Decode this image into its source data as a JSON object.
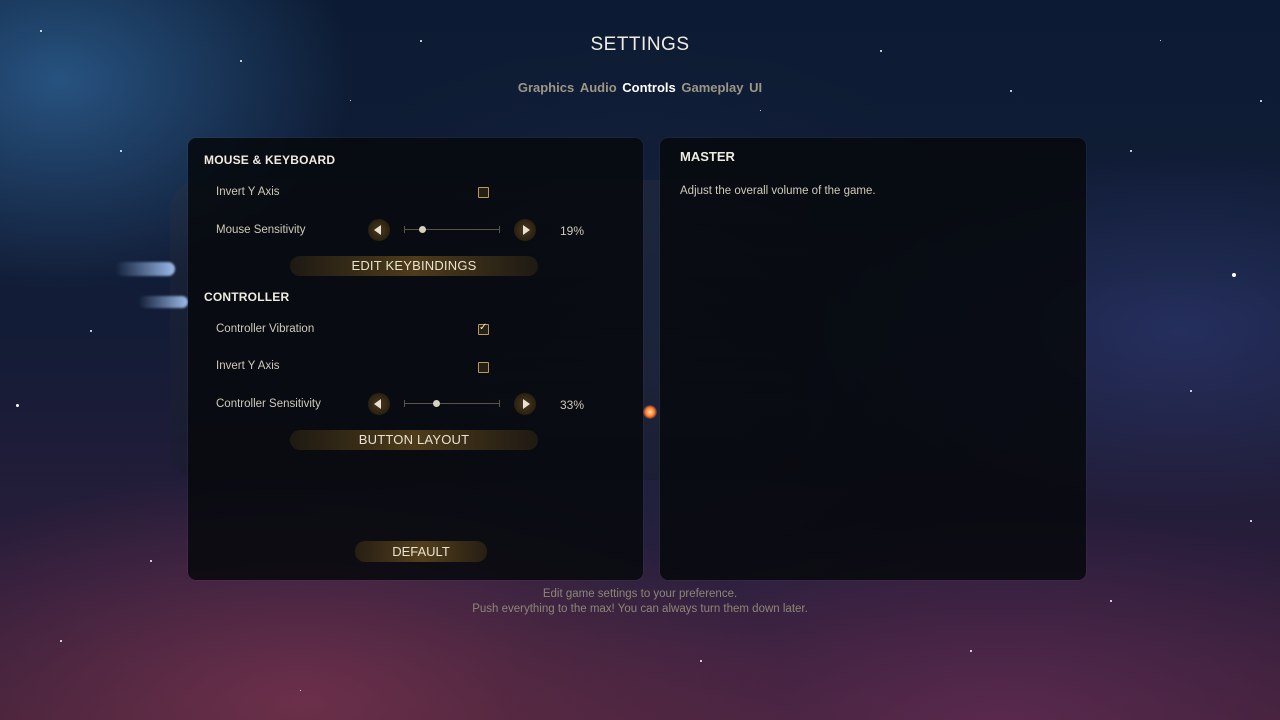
{
  "header": {
    "title": "SETTINGS"
  },
  "tabs": [
    {
      "label": "Graphics",
      "active": false
    },
    {
      "label": "Audio",
      "active": false
    },
    {
      "label": "Controls",
      "active": true
    },
    {
      "label": "Gameplay",
      "active": false
    },
    {
      "label": "UI",
      "active": false
    }
  ],
  "mouse_keyboard": {
    "title": "MOUSE & KEYBOARD",
    "invert_y": {
      "label": "Invert Y Axis",
      "checked": false
    },
    "sensitivity": {
      "label": "Mouse Sensitivity",
      "value": "19%",
      "fraction": 0.19
    },
    "edit_keybindings_label": "EDIT KEYBINDINGS"
  },
  "controller": {
    "title": "CONTROLLER",
    "vibration": {
      "label": "Controller Vibration",
      "checked": true
    },
    "invert_y": {
      "label": "Invert Y Axis",
      "checked": false
    },
    "sensitivity": {
      "label": "Controller Sensitivity",
      "value": "33%",
      "fraction": 0.33
    },
    "button_layout_label": "BUTTON LAYOUT"
  },
  "default_label": "DEFAULT",
  "detail": {
    "title": "MASTER",
    "description": "Adjust the overall volume of the game."
  },
  "footer": {
    "line1": "Edit game settings to your preference.",
    "line2": "Push everything to the max! You can always turn them down later."
  },
  "colors": {
    "accent": "#b59a63",
    "active_tab": "#ffffff",
    "inactive_tab": "#9c9785"
  }
}
